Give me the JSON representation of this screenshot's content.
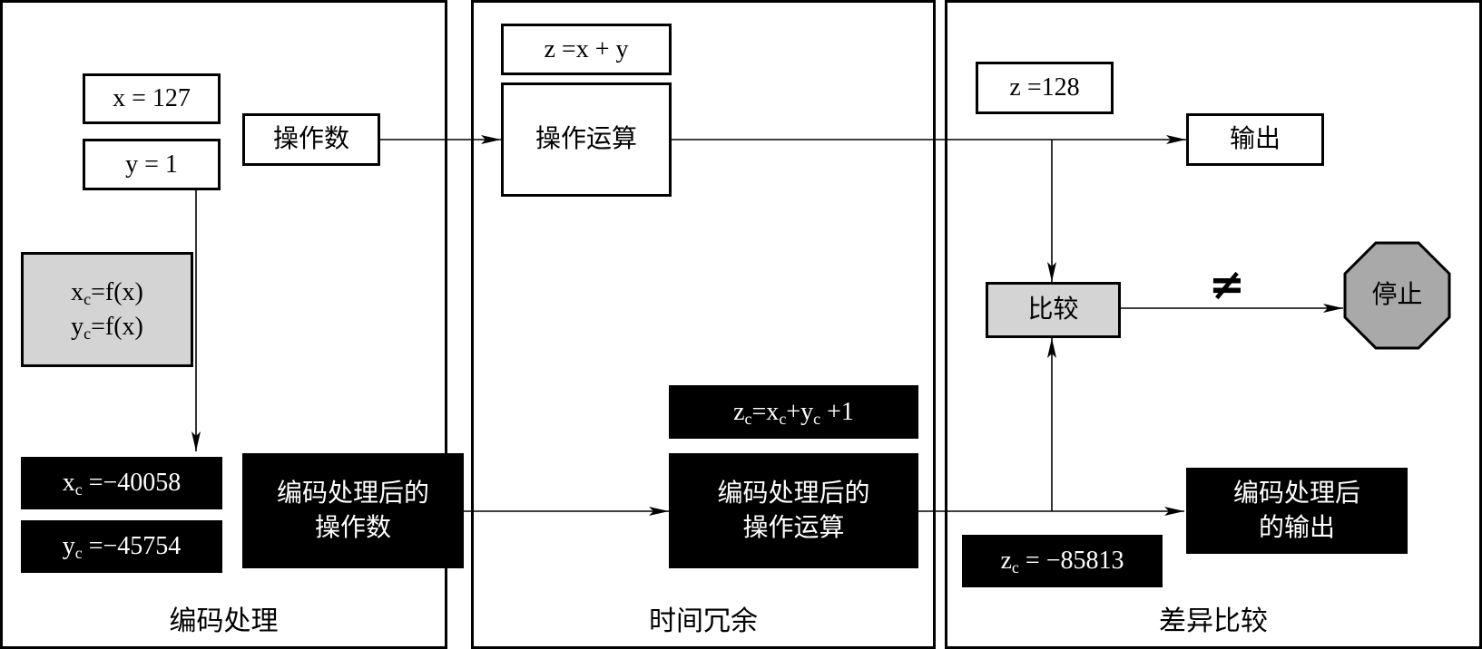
{
  "panels": {
    "encode": "编码处理",
    "time": "时间冗余",
    "compare": "差异比较"
  },
  "encode": {
    "x": "x = 127",
    "y": "y = 1",
    "operand": "操作数",
    "fx_base": "x",
    "fx_sub": "c",
    "fx_rest": "=f(x)",
    "fy_base": "y",
    "fy_sub": "c",
    "fy_rest": "=f(x)",
    "xc_base": "x",
    "xc_sub": "c",
    "xc_rest": " =−40058",
    "yc_base": "y",
    "yc_sub": "c",
    "yc_rest": " =−45754",
    "encoded_operand_line1": "编码处理后的",
    "encoded_operand_line2": "操作数"
  },
  "time": {
    "z_formula": "z =x + y",
    "operation": "操作运算",
    "zc_z": "z",
    "zc_zsub": "c",
    "zc_eq": "=x",
    "zc_xsub": "c",
    "zc_plus": "+y",
    "zc_ysub": "c",
    "zc_tail": " +1",
    "encoded_op_line1": "编码处理后的",
    "encoded_op_line2": "操作运算"
  },
  "compare": {
    "z_value": "z =128",
    "output": "输出",
    "compare": "比较",
    "not_equal": "≠",
    "stop": "停止",
    "zc_base": "z",
    "zc_sub": "c",
    "zc_rest": " = −85813",
    "encoded_output_line1": "编码处理后",
    "encoded_output_line2": "的输出"
  }
}
